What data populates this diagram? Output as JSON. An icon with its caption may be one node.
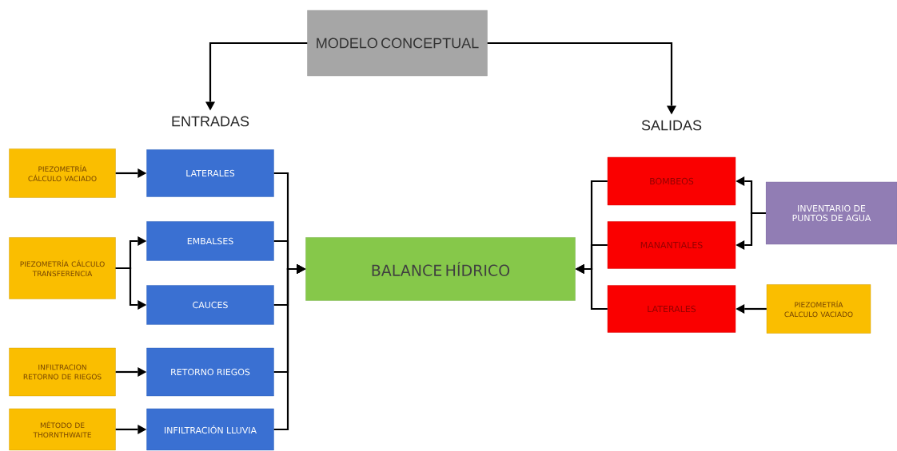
{
  "diagram": {
    "nodes": [
      {
        "text": [
          "MODELO CONCEPTUAL"
        ]
      },
      {
        "text": [
          "ENTRADAS"
        ]
      },
      {
        "text": [
          "SALIDAS"
        ]
      },
      {
        "text": [
          "PIEZOMETRÍA CÁLCULO VACIADO"
        ]
      },
      {
        "text": [
          "LATERALES"
        ]
      },
      {
        "text": [
          "PIEZOMETRÍA CÁLCULO TRANSFERENCIA"
        ]
      },
      {
        "text": [
          "EMBALSES"
        ]
      },
      {
        "text": [
          "CAUCES"
        ]
      },
      {
        "text": [
          "INFILTRACION RETORNO DE RIEGOS"
        ]
      },
      {
        "text": [
          "RETORNO RIEGOS"
        ]
      },
      {
        "text": [
          "MÉTODO DE THORNTHWAITE"
        ]
      },
      {
        "text": [
          "INFILTRACIÓN LLUVIA"
        ]
      },
      {
        "text": [
          "BALANCE HÍDRICO"
        ]
      },
      {
        "text": [
          "BOMBEOS"
        ]
      },
      {
        "text": [
          "MANANTIALES"
        ]
      },
      {
        "text": [
          "LATERALES"
        ]
      },
      {
        "text": [
          "INVENTARIO DE PUNTOS DE AGUA"
        ]
      },
      {
        "text": [
          "PIEZOMETRÍA CALCULO VACIADO"
        ]
      }
    ],
    "edges": [
      {
        "from": 0,
        "to": 1,
        "arrow": "to"
      },
      {
        "from": 0,
        "to": 2,
        "arrow": "to"
      },
      {
        "from": 3,
        "to": 4,
        "arrow": "to"
      },
      {
        "from": 5,
        "to": 6,
        "arrow": "to"
      },
      {
        "from": 5,
        "to": 7,
        "arrow": "to"
      },
      {
        "from": 8,
        "to": 9,
        "arrow": "to"
      },
      {
        "from": 10,
        "to": 11,
        "arrow": "to"
      },
      {
        "from": 4,
        "to": 12,
        "arrow": "to"
      },
      {
        "from": 6,
        "to": 12,
        "arrow": "to"
      },
      {
        "from": 7,
        "to": 12,
        "arrow": "to"
      },
      {
        "from": 9,
        "to": 12,
        "arrow": "to"
      },
      {
        "from": 11,
        "to": 12,
        "arrow": "to"
      },
      {
        "from": 13,
        "to": 12,
        "arrow": "to"
      },
      {
        "from": 14,
        "to": 12,
        "arrow": "to"
      },
      {
        "from": 15,
        "to": 12,
        "arrow": "to"
      },
      {
        "from": 16,
        "to": 13,
        "arrow": "to"
      },
      {
        "from": 16,
        "to": 14,
        "arrow": "to"
      },
      {
        "from": 17,
        "to": 15,
        "arrow": "to"
      }
    ]
  }
}
